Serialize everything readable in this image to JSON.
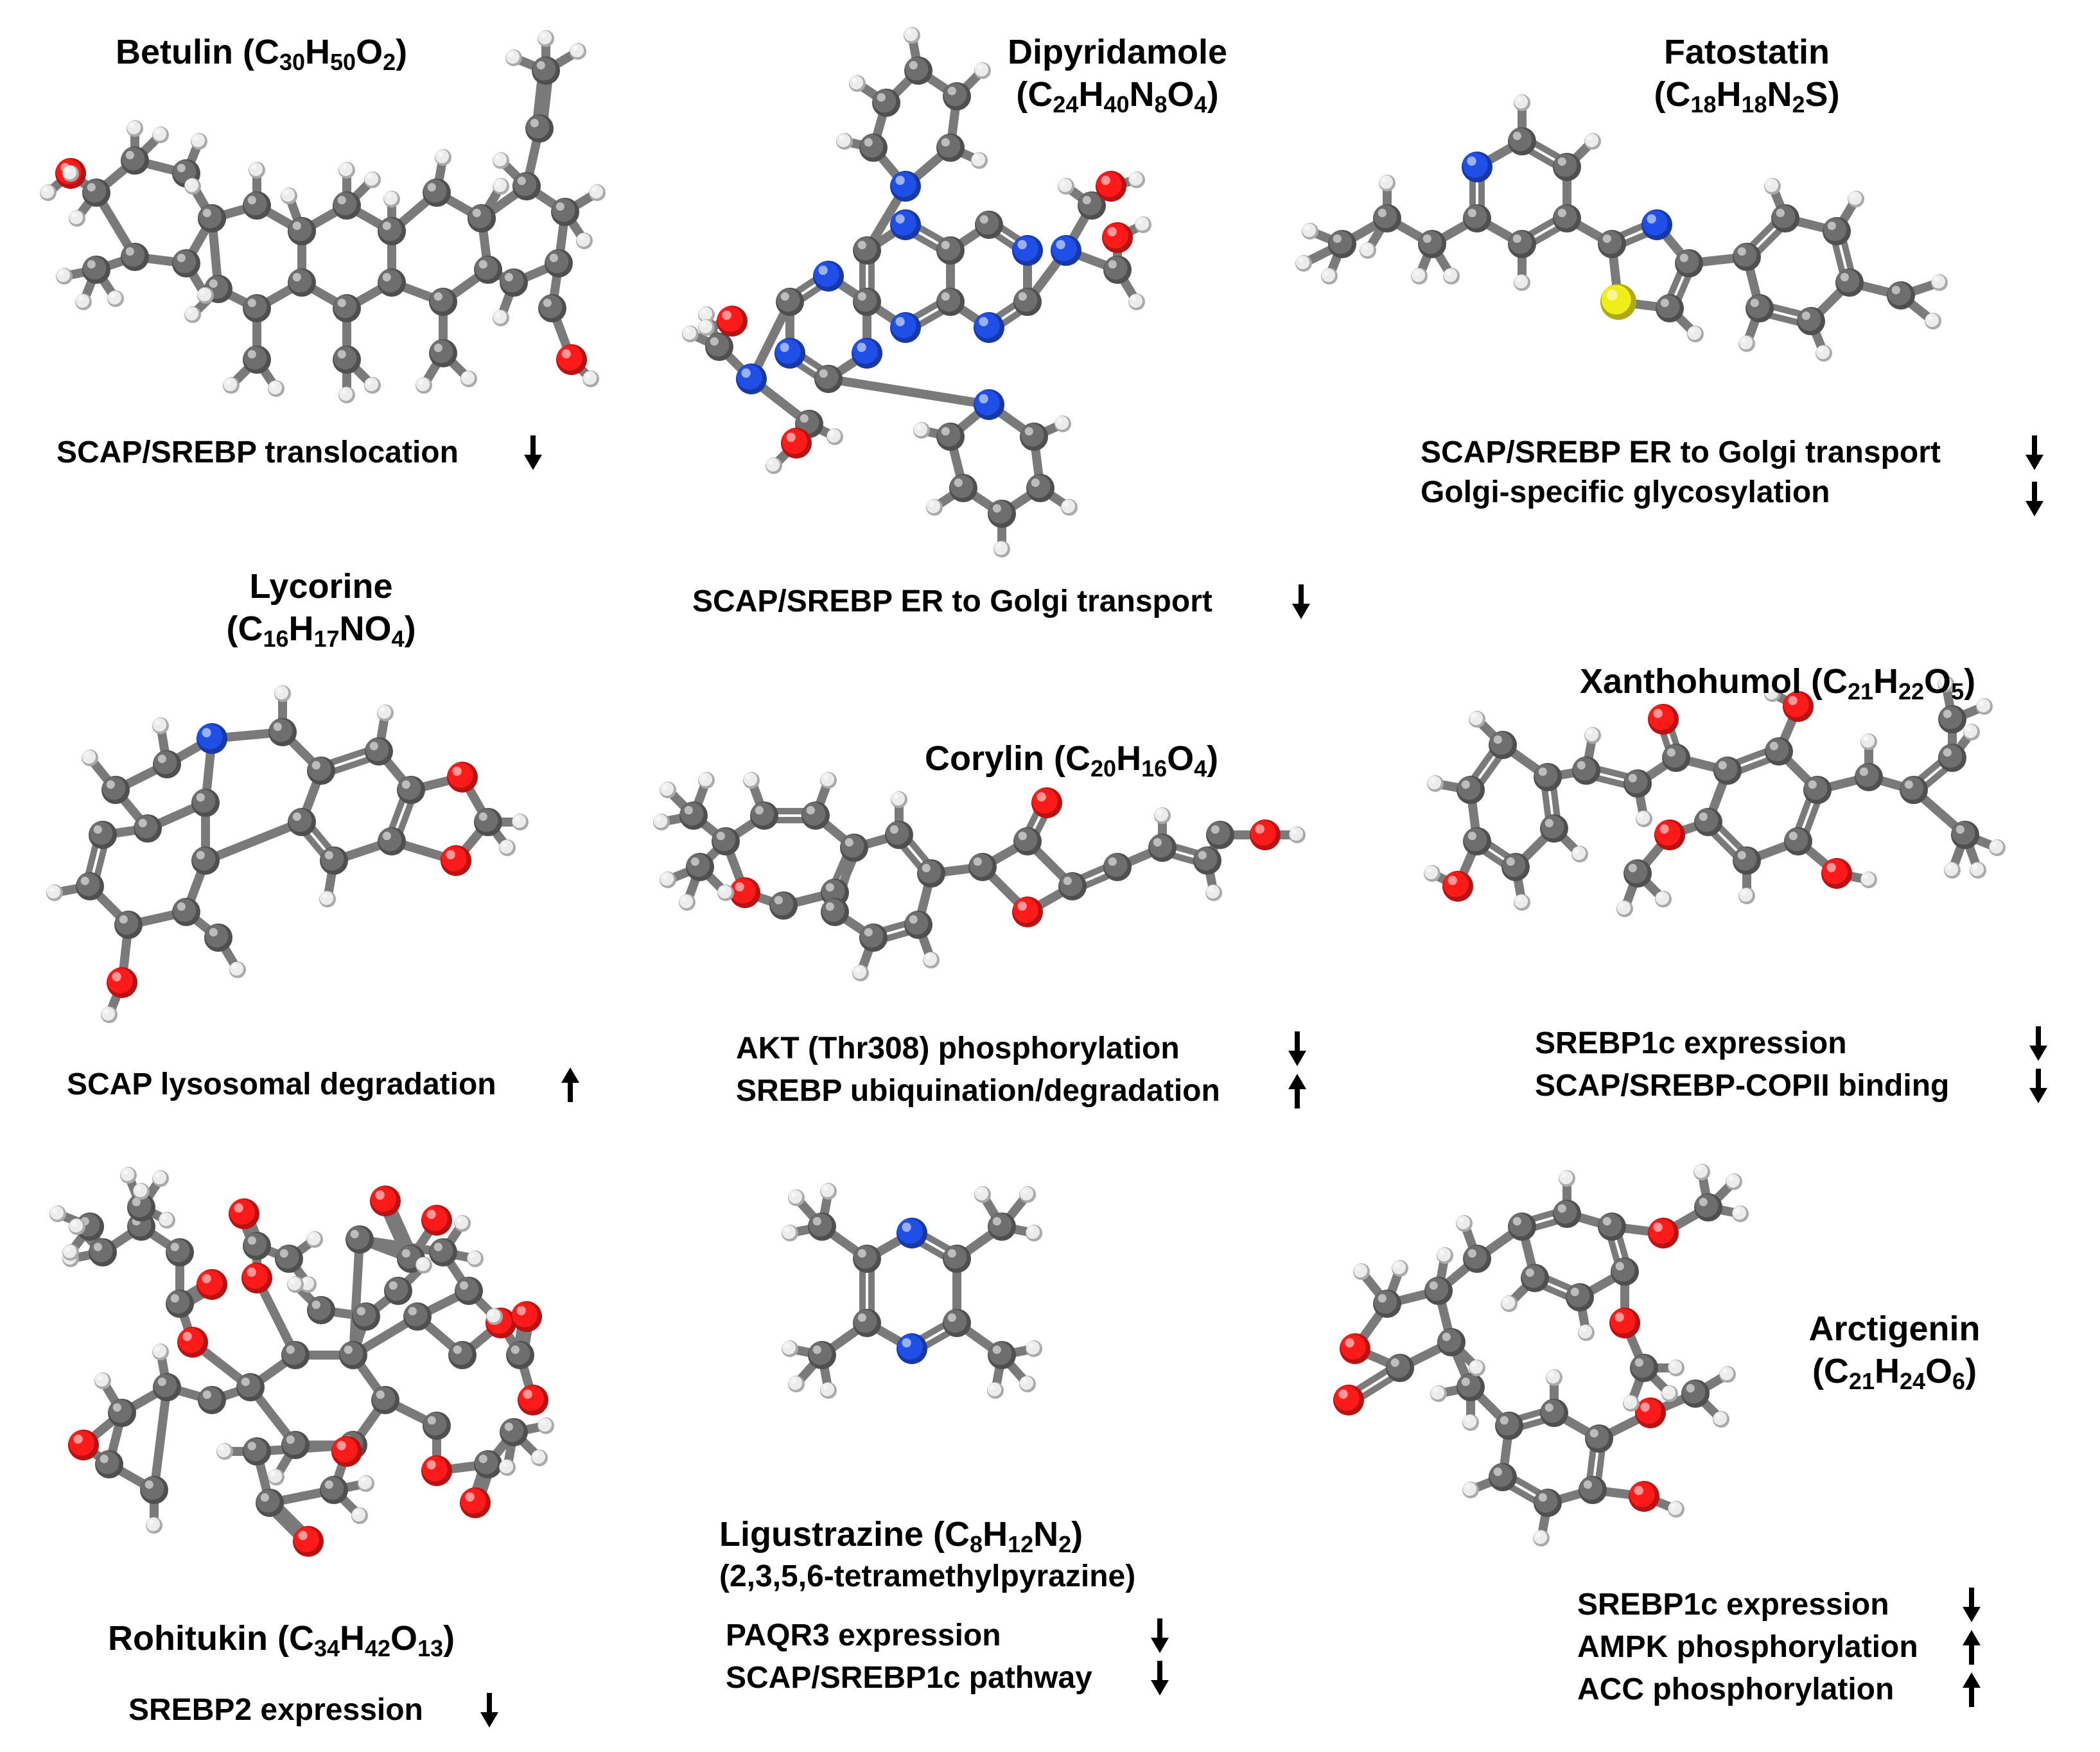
{
  "colors": {
    "carbon": "#6e6e6e",
    "hydrogen": "#ececec",
    "oxygen": "#ff1a1a",
    "nitrogen": "#1f4fe6",
    "sulfur": "#f0ee1a",
    "bond": "#7a7a7a"
  },
  "compounds": [
    {
      "name": "Betulin",
      "formula": [
        [
          "C",
          "30"
        ],
        [
          "H",
          "50"
        ],
        [
          "O",
          "2"
        ]
      ],
      "effects": [
        {
          "text": "SCAP/SREBP translocation",
          "direction": "down"
        }
      ]
    },
    {
      "name": "Dipyridamole",
      "formula": [
        [
          "C",
          "24"
        ],
        [
          "H",
          "40"
        ],
        [
          "N",
          "8"
        ],
        [
          "O",
          "4"
        ]
      ],
      "effects": [
        {
          "text": "SCAP/SREBP ER to Golgi transport",
          "direction": "down"
        }
      ]
    },
    {
      "name": "Fatostatin",
      "formula": [
        [
          "C",
          "18"
        ],
        [
          "H",
          "18"
        ],
        [
          "N",
          "2"
        ],
        [
          "S",
          ""
        ]
      ],
      "effects": [
        {
          "text": "SCAP/SREBP ER to Golgi transport",
          "direction": "down"
        },
        {
          "text": "Golgi-specific glycosylation",
          "direction": "down"
        }
      ]
    },
    {
      "name": "Lycorine",
      "formula": [
        [
          "C",
          "16"
        ],
        [
          "H",
          "17"
        ],
        [
          "NO",
          "4"
        ]
      ],
      "effects": [
        {
          "text": "SCAP lysosomal degradation",
          "direction": "up"
        }
      ]
    },
    {
      "name": "Corylin",
      "formula": [
        [
          "C",
          "20"
        ],
        [
          "H",
          "16"
        ],
        [
          "O",
          "4"
        ]
      ],
      "effects": [
        {
          "text": "AKT (Thr308) phosphorylation",
          "direction": "down"
        },
        {
          "text": "SREBP ubiquination/degradation",
          "direction": "up"
        }
      ]
    },
    {
      "name": "Xanthohumol",
      "formula": [
        [
          "C",
          "21"
        ],
        [
          "H",
          "22"
        ],
        [
          "O",
          "5"
        ]
      ],
      "effects": [
        {
          "text": "SREBP1c expression",
          "direction": "down"
        },
        {
          "text": "SCAP/SREBP-COPII binding",
          "direction": "down"
        }
      ]
    },
    {
      "name": "Rohitukin",
      "formula": [
        [
          "C",
          "34"
        ],
        [
          "H",
          "42"
        ],
        [
          "O",
          "13"
        ]
      ],
      "effects": [
        {
          "text": "SREBP2 expression",
          "direction": "down"
        }
      ]
    },
    {
      "name": "Ligustrazine",
      "formula": [
        [
          "C",
          "8"
        ],
        [
          "H",
          "12"
        ],
        [
          "N",
          "2"
        ]
      ],
      "subname": "(2,3,5,6-tetramethylpyrazine)",
      "effects": [
        {
          "text": "PAQR3 expression",
          "direction": "down"
        },
        {
          "text": "SCAP/SREBP1c pathway",
          "direction": "down"
        }
      ]
    },
    {
      "name": "Arctigenin",
      "formula": [
        [
          "C",
          "21"
        ],
        [
          "H",
          "24"
        ],
        [
          "O",
          "6"
        ]
      ],
      "effects": [
        {
          "text": "SREBP1c expression",
          "direction": "down"
        },
        {
          "text": "AMPK phosphorylation",
          "direction": "up"
        },
        {
          "text": "ACC phosphorylation",
          "direction": "up"
        }
      ]
    }
  ]
}
